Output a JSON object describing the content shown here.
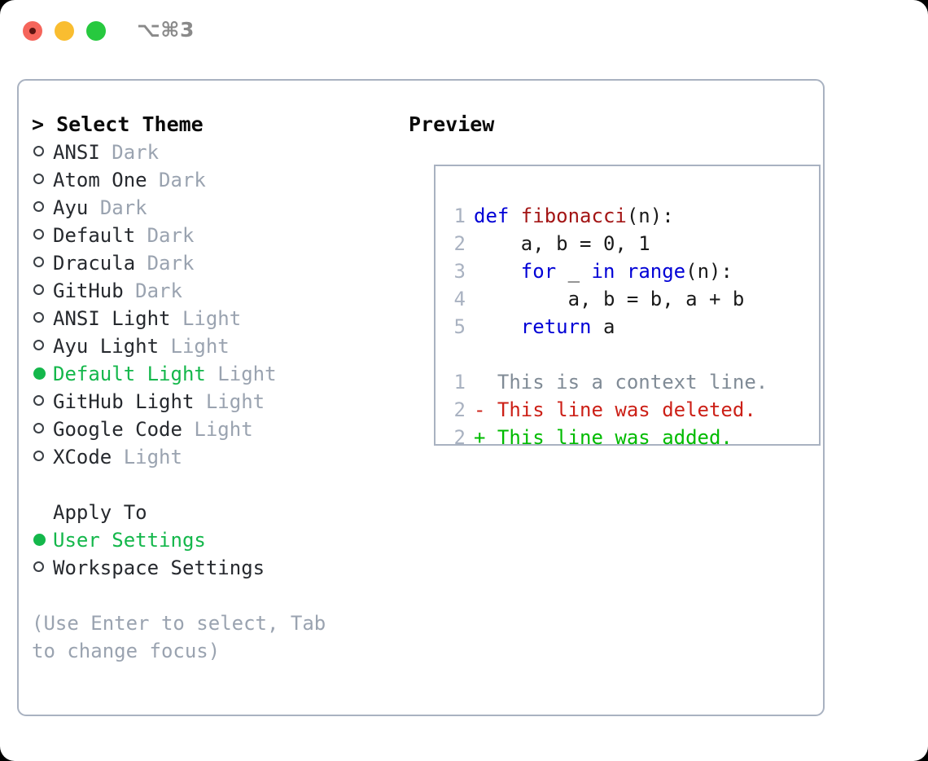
{
  "window": {
    "title": "⌥⌘3",
    "traffic_lights": [
      {
        "name": "close-button",
        "color": "#f5655b"
      },
      {
        "name": "minimize-button",
        "color": "#f9bd30"
      },
      {
        "name": "maximize-button",
        "color": "#27c93f"
      }
    ]
  },
  "theme_picker": {
    "header": "> Select Theme",
    "items": [
      {
        "bullet": "hollow",
        "name": "ANSI",
        "badge": "Dark",
        "selected": false
      },
      {
        "bullet": "hollow",
        "name": "Atom One",
        "badge": "Dark",
        "selected": false
      },
      {
        "bullet": "hollow",
        "name": "Ayu",
        "badge": "Dark",
        "selected": false
      },
      {
        "bullet": "hollow",
        "name": "Default",
        "badge": "Dark",
        "selected": false
      },
      {
        "bullet": "hollow",
        "name": "Dracula",
        "badge": "Dark",
        "selected": false
      },
      {
        "bullet": "hollow",
        "name": "GitHub",
        "badge": "Dark",
        "selected": false
      },
      {
        "bullet": "hollow",
        "name": "ANSI Light",
        "badge": "Light",
        "selected": false
      },
      {
        "bullet": "hollow",
        "name": "Ayu Light",
        "badge": "Light",
        "selected": false
      },
      {
        "bullet": "filled",
        "name": "Default Light",
        "badge": "Light",
        "selected": true
      },
      {
        "bullet": "hollow",
        "name": "GitHub Light",
        "badge": "Light",
        "selected": false
      },
      {
        "bullet": "hollow",
        "name": "Google Code",
        "badge": "Light",
        "selected": false
      },
      {
        "bullet": "hollow",
        "name": "XCode",
        "badge": "Light",
        "selected": false
      }
    ]
  },
  "apply_to": {
    "header": "Apply To",
    "items": [
      {
        "bullet": "filled",
        "name": "User Settings",
        "selected": true
      },
      {
        "bullet": "hollow",
        "name": "Workspace Settings",
        "selected": false
      }
    ]
  },
  "hint": "(Use Enter to select, Tab to change focus)",
  "preview": {
    "header": "Preview",
    "code_lines": [
      {
        "lineno": "1",
        "tokens": [
          {
            "text": "def ",
            "kind": "kw"
          },
          {
            "text": "fibonacci",
            "kind": "fn"
          },
          {
            "text": "(n):",
            "kind": "plain"
          }
        ]
      },
      {
        "lineno": "2",
        "tokens": [
          {
            "text": "    a, b = 0, 1",
            "kind": "plain"
          }
        ]
      },
      {
        "lineno": "3",
        "tokens": [
          {
            "text": "    ",
            "kind": "plain"
          },
          {
            "text": "for",
            "kind": "kw"
          },
          {
            "text": " _ ",
            "kind": "plain"
          },
          {
            "text": "in",
            "kind": "kw"
          },
          {
            "text": " ",
            "kind": "plain"
          },
          {
            "text": "range",
            "kind": "kw"
          },
          {
            "text": "(n):",
            "kind": "plain"
          }
        ]
      },
      {
        "lineno": "4",
        "tokens": [
          {
            "text": "        a, b = b, a + b",
            "kind": "plain"
          }
        ]
      },
      {
        "lineno": "5",
        "tokens": [
          {
            "text": "    ",
            "kind": "plain"
          },
          {
            "text": "return",
            "kind": "kw"
          },
          {
            "text": " a",
            "kind": "plain"
          }
        ]
      }
    ],
    "diff_lines": [
      {
        "lineno": "1",
        "text": "  This is a context line.",
        "kind": "ctx"
      },
      {
        "lineno": "2",
        "text": "- This line was deleted.",
        "kind": "del"
      },
      {
        "lineno": "2",
        "text": "+ This line was added.",
        "kind": "add"
      }
    ]
  },
  "colors": {
    "selected_green": "#14b74b",
    "diff_add_green": "#00bb00",
    "diff_del_red": "#cc2017",
    "keyword_blue": "#0000d6",
    "function_red": "#a31515",
    "muted_gray": "#9aa3b0",
    "border_gray": "#a9b2c1"
  }
}
